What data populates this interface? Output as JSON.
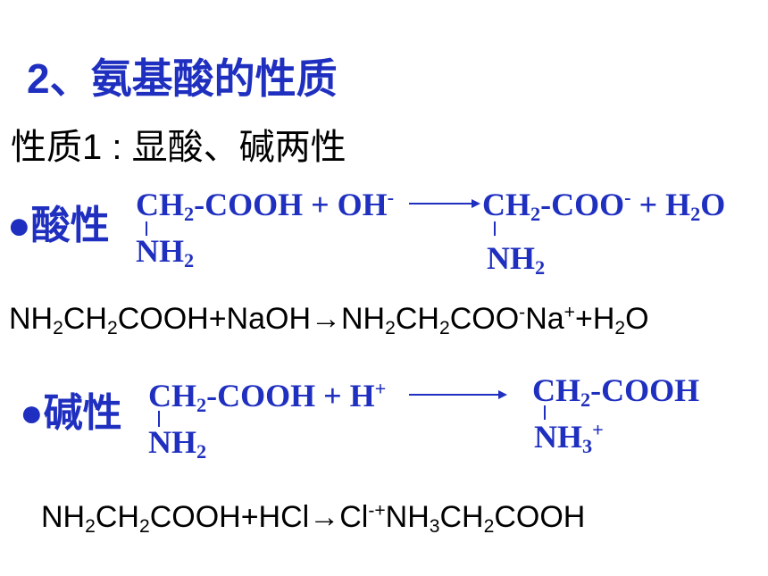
{
  "title": "2、氨基酸的性质",
  "subtitle": "性质1 : 显酸、碱两性",
  "colors": {
    "accent": "#1f2fbf",
    "text": "#000000"
  },
  "acid": {
    "label": "●酸性",
    "r_ch": "CH",
    "r_ch_sub": "2",
    "r_mid": "-COOH + OH",
    "r_mid_sup": "-",
    "r_nh": "NH",
    "r_nh_sub": "2",
    "p_ch": "CH",
    "p_ch_sub": "2",
    "p_mid": "-COO",
    "p_mid_sup": "-",
    "p_tail": " + H",
    "p_tail_sub": "2",
    "p_tail_end": "O",
    "p_nh": "NH",
    "p_nh_sub": "2",
    "eq": {
      "p1": "NH",
      "s1": "2",
      "p2": "CH",
      "s2": "2",
      "p3": "COOH+NaOH→NH",
      "s3": "2",
      "p4": "CH",
      "s4": "2",
      "p5": "COO",
      "sup5": "-",
      "p6": "Na",
      "sup6": "+",
      "p7": "+H",
      "s7": "2",
      "p8": "O"
    }
  },
  "base": {
    "label": "●碱性",
    "r_ch": "CH",
    "r_ch_sub": "2",
    "r_mid": "-COOH + H",
    "r_mid_sup": "+",
    "r_nh": "NH",
    "r_nh_sub": "2",
    "p_ch": "CH",
    "p_ch_sub": "2",
    "p_mid": "-COOH",
    "p_nh": "NH",
    "p_nh_sub": "3",
    "p_nh_sup": "+",
    "eq": {
      "p1": "NH",
      "s1": "2",
      "p2": "CH",
      "s2": "2",
      "p3": "COOH+HCl→Cl",
      "sup3": "-",
      "p4": "",
      "sup4": "+",
      "p5": "NH",
      "s5": "3",
      "p6": "CH",
      "s6": "2",
      "p7": "COOH"
    }
  }
}
